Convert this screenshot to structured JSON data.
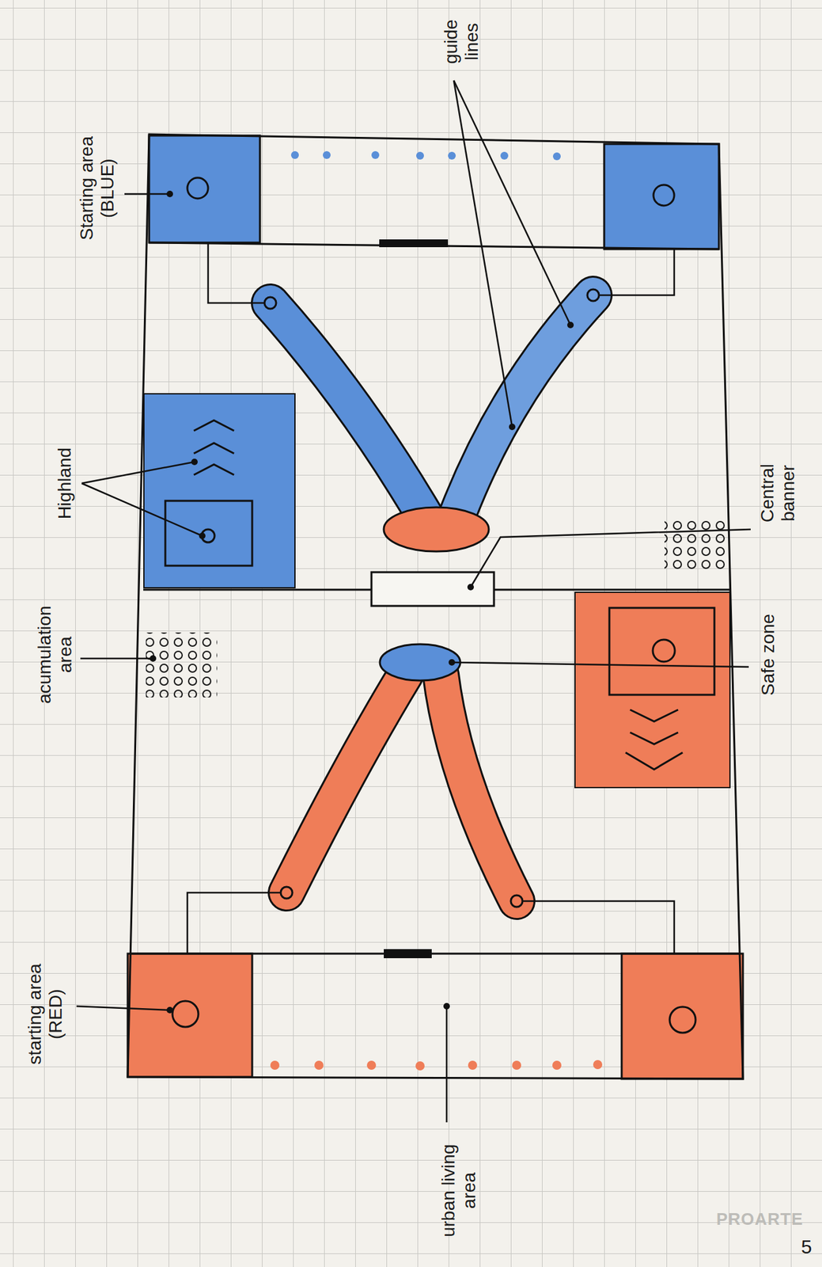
{
  "diagram": {
    "labels": [
      "guide lines",
      "Starting area (BLUE)",
      "Highland",
      "Central banner",
      "acumulation area",
      "Safe zone",
      "starting area (RED)",
      "urban living area",
      "PROARTE",
      "5"
    ]
  }
}
